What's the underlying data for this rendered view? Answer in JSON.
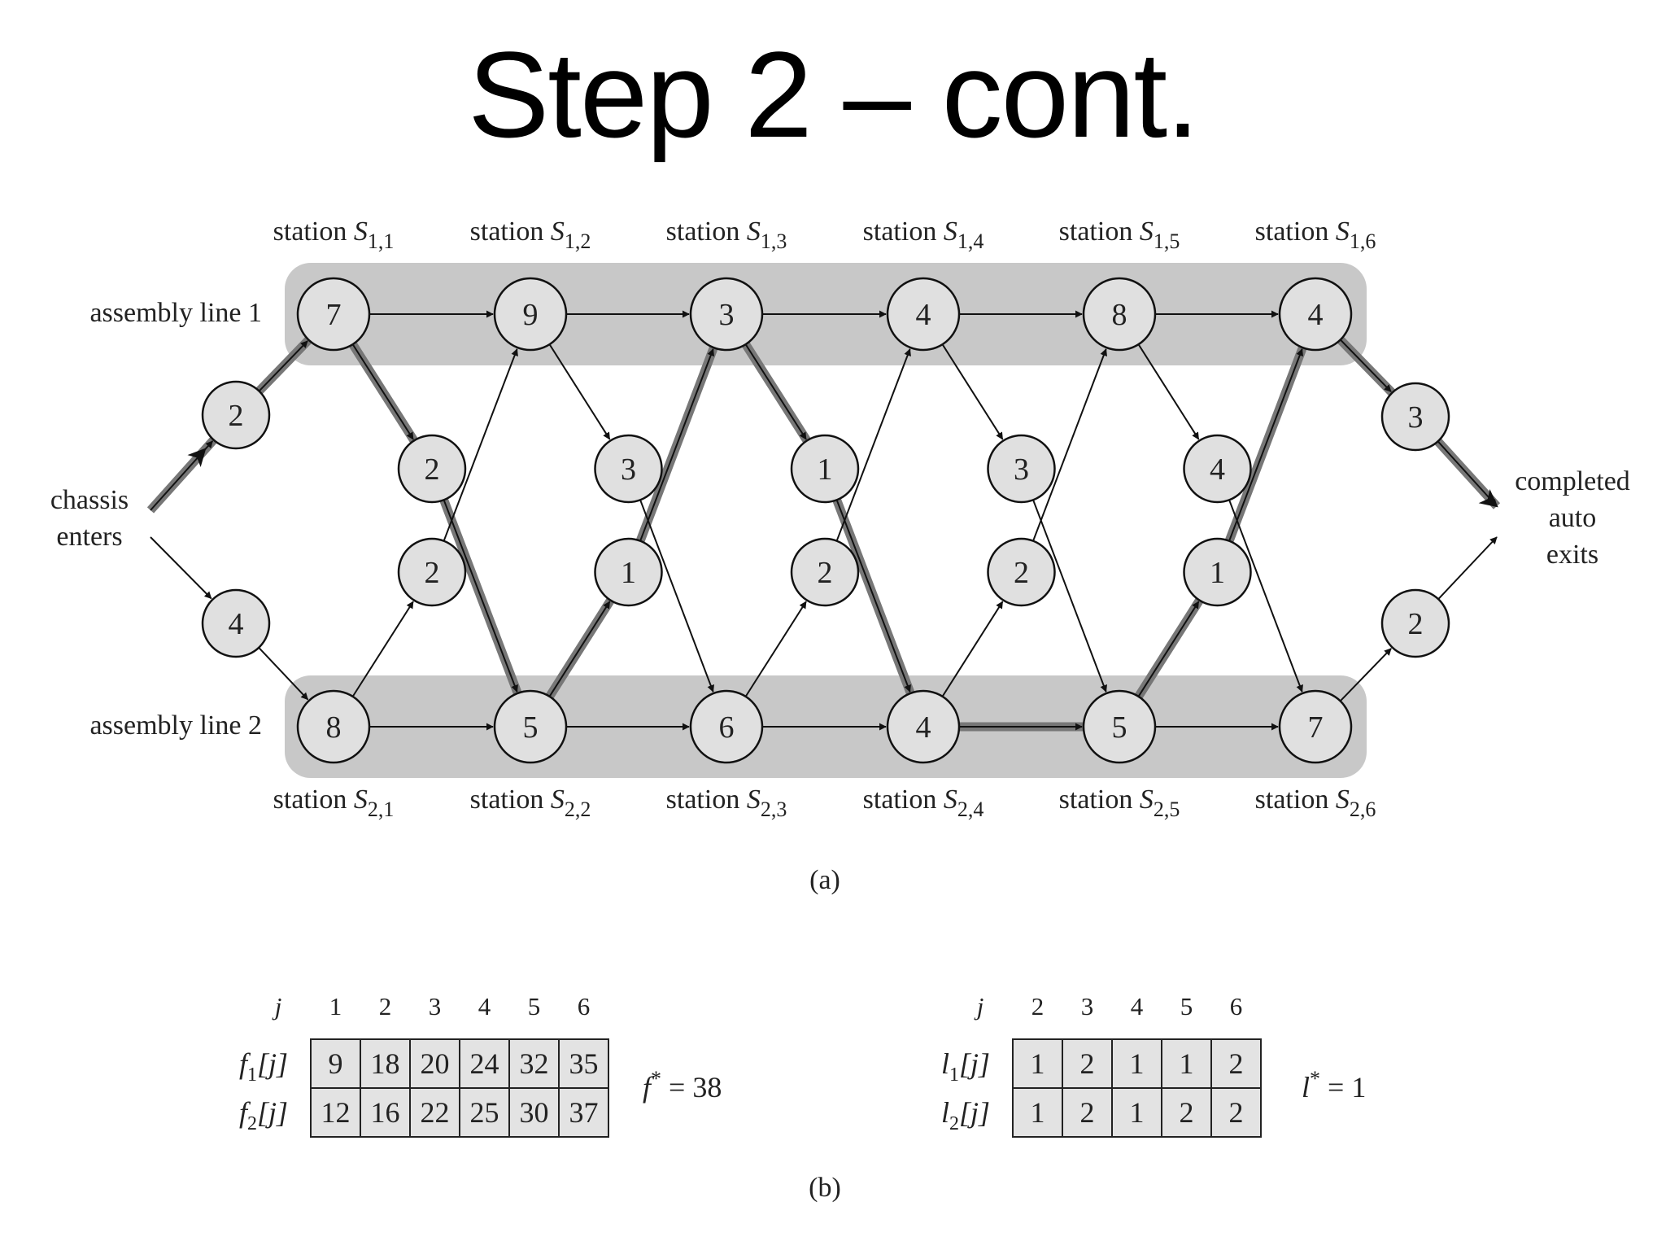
{
  "title": "Step 2 – cont.",
  "diagram": {
    "line1_label": "assembly line 1",
    "line2_label": "assembly line 2",
    "enter_label": [
      "chassis",
      "enters"
    ],
    "exit_label": [
      "completed",
      "auto",
      "exits"
    ],
    "caption_a": "(a)",
    "caption_b": "(b)",
    "station_word": "station",
    "line1": {
      "stations": [
        "S1,1",
        "S1,2",
        "S1,3",
        "S1,4",
        "S1,5",
        "S1,6"
      ],
      "times": [
        7,
        9,
        3,
        4,
        8,
        4
      ]
    },
    "line2": {
      "stations": [
        "S2,1",
        "S2,2",
        "S2,3",
        "S2,4",
        "S2,5",
        "S2,6"
      ],
      "times": [
        8,
        5,
        6,
        4,
        5,
        7
      ]
    },
    "entry_times": [
      2,
      4
    ],
    "exit_times": [
      3,
      2
    ],
    "transfer_1_to_2": [
      2,
      3,
      1,
      3,
      4
    ],
    "transfer_2_to_1": [
      2,
      1,
      2,
      2,
      1
    ]
  },
  "tables": {
    "j_label": "j",
    "f_table": {
      "j": [
        "1",
        "2",
        "3",
        "4",
        "5",
        "6"
      ],
      "rows": [
        {
          "label": "f",
          "sub": "1",
          "suffix": "[j]",
          "values": [
            "9",
            "18",
            "20",
            "24",
            "32",
            "35"
          ]
        },
        {
          "label": "f",
          "sub": "2",
          "suffix": "[j]",
          "values": [
            "12",
            "16",
            "22",
            "25",
            "30",
            "37"
          ]
        }
      ],
      "result": "f * = 38"
    },
    "l_table": {
      "j": [
        "2",
        "3",
        "4",
        "5",
        "6"
      ],
      "rows": [
        {
          "label": "l",
          "sub": "1",
          "suffix": "[j]",
          "values": [
            "1",
            "2",
            "1",
            "1",
            "2"
          ]
        },
        {
          "label": "l",
          "sub": "2",
          "suffix": "[j]",
          "values": [
            "1",
            "2",
            "1",
            "2",
            "2"
          ]
        }
      ],
      "result": "l * = 1"
    }
  },
  "colors": {
    "band": "#c8c8c8",
    "node_fill": "#e0e0e0",
    "path": "#777777",
    "table_fill": "#e3e3e3"
  }
}
